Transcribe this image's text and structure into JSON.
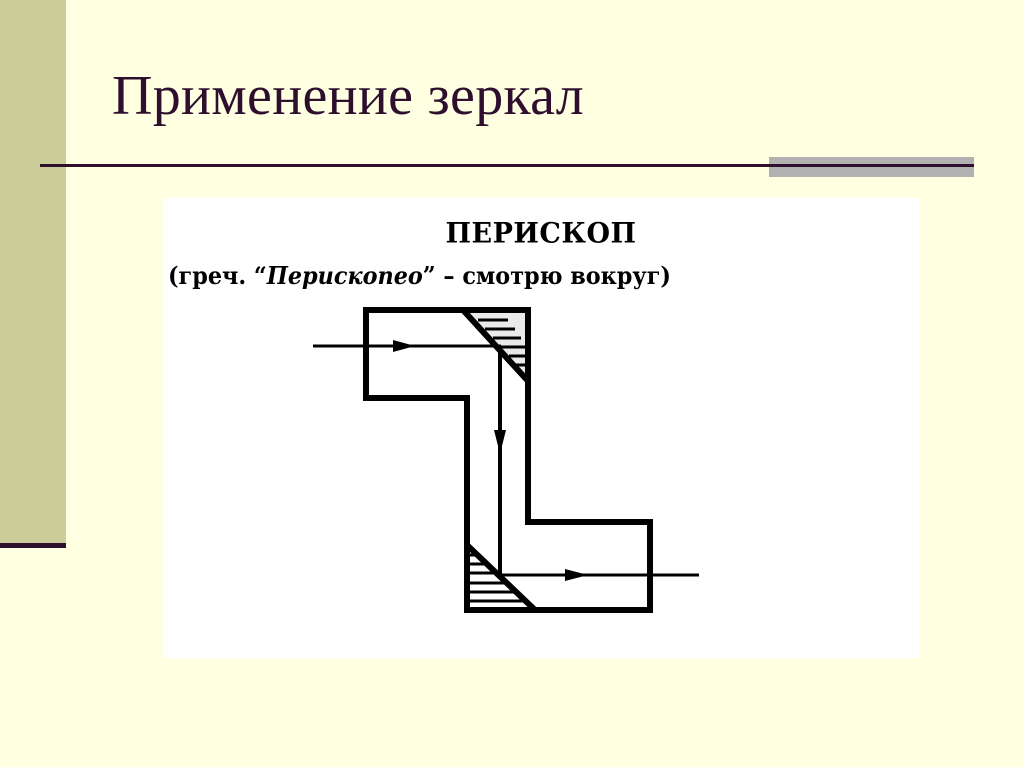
{
  "slide": {
    "title": "Применение зеркал",
    "colors": {
      "background": "#ffffe1",
      "sidebar": "#cccc99",
      "accent_dark": "#2e0f2e",
      "rule_accent": "#b2b2b2",
      "panel": "#ffffff"
    }
  },
  "figure": {
    "heading": "ПЕРИСКОП",
    "subheading_prefix": "(греч. “",
    "subheading_term": "Перископео",
    "subheading_suffix": "”  –  смотрю вокруг)",
    "diagram": {
      "type": "periscope",
      "elements": [
        "upper-mirror",
        "lower-mirror",
        "incoming-ray",
        "vertical-ray",
        "outgoing-ray",
        "periscope-tube"
      ]
    }
  }
}
